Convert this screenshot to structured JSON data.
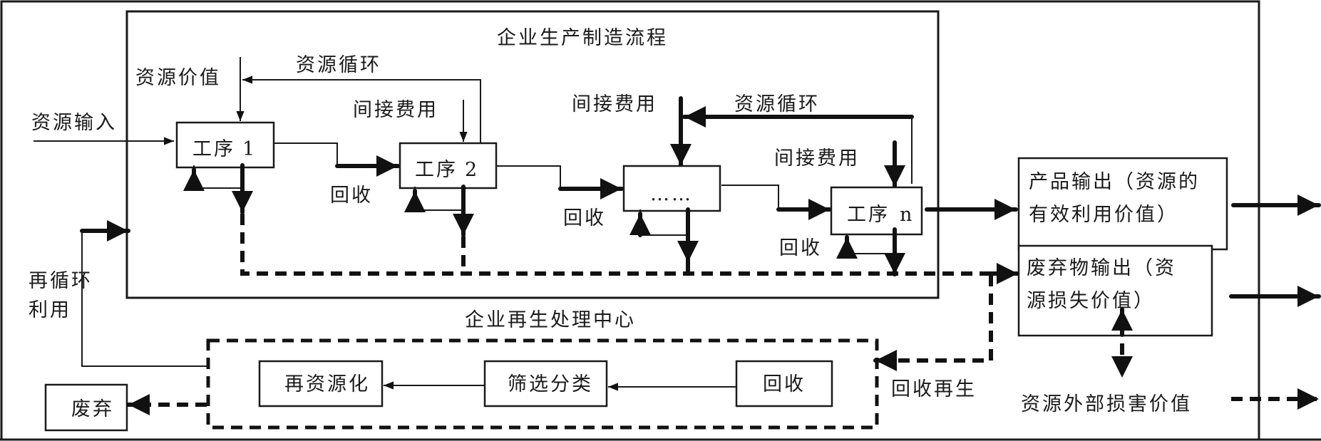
{
  "diagram": {
    "title_process": "企业生产制造流程",
    "title_recycle_center": "企业再生处理中心",
    "labels": {
      "resource_input": "资源输入",
      "resource_value": "资源价值",
      "resource_cycle_1": "资源循环",
      "resource_cycle_2": "资源循环",
      "indirect_cost_1": "间接费用",
      "indirect_cost_2": "间接费用",
      "indirect_cost_3": "间接费用",
      "recover_1": "回收",
      "recover_2": "回收",
      "recover_3": "回收",
      "recycle_reuse_line1": "再循环",
      "recycle_reuse_line2": "利用",
      "recover_regenerate": "回收再生",
      "external_damage_value": "资源外部损害价值"
    },
    "process_nodes": [
      {
        "label": "工序",
        "suffix": "1"
      },
      {
        "label": "工序",
        "suffix": "2"
      },
      {
        "label": "……",
        "suffix": ""
      },
      {
        "label": "工序",
        "suffix": "n"
      }
    ],
    "outputs": {
      "product_line1": "产品输出（资源的",
      "product_line2": "有效利用价值）",
      "waste_line1": "废弃物输出（资",
      "waste_line2": "源损失价值）"
    },
    "recycle_nodes": {
      "reresource": "再资源化",
      "sort": "筛选分类",
      "recover": "回收",
      "discard": "废弃"
    }
  }
}
